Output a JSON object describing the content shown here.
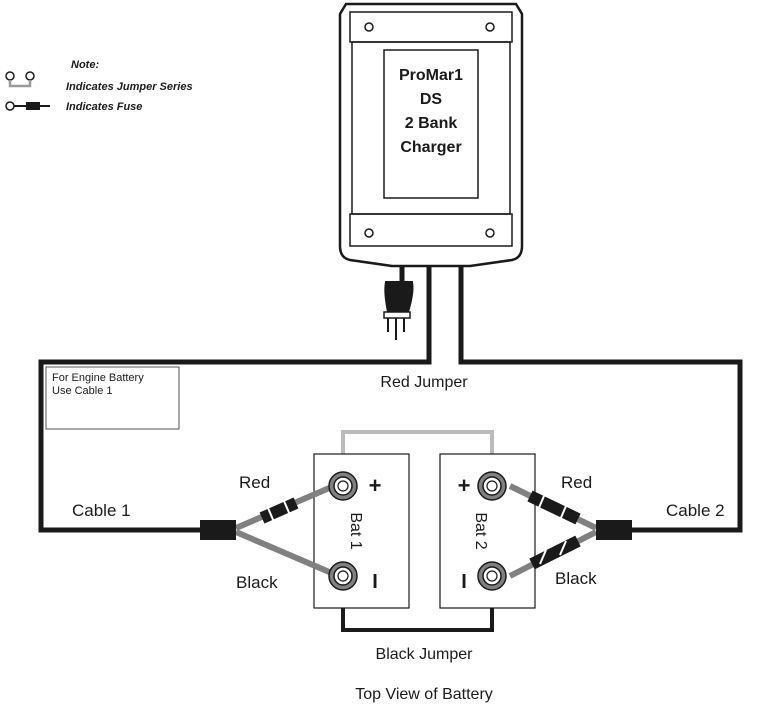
{
  "legend": {
    "note": "Note:",
    "jumper_text": "Indicates Jumper Series",
    "fuse_text": "Indicates Fuse",
    "jumper_icon": "jumper-symbol-icon",
    "fuse_icon": "fuse-symbol-icon"
  },
  "charger": {
    "line1": "ProMar1",
    "line2": "DS",
    "line3": "2 Bank",
    "line4": "Charger"
  },
  "note_box": {
    "line1": "For Engine Battery",
    "line2": "Use Cable 1"
  },
  "labels": {
    "red_jumper": "Red Jumper",
    "black_jumper": "Black Jumper",
    "cable1": "Cable 1",
    "cable2": "Cable 2",
    "red_left": "Red",
    "black_left": "Black",
    "red_right": "Red",
    "black_right": "Black",
    "bat1": "Bat 1",
    "bat2": "Bat 2",
    "plus": "+",
    "minus": "I",
    "footer": "Top View of Battery"
  },
  "colors": {
    "wire_black": "#1a1a1a",
    "wire_gray": "#808080",
    "jumper_gray": "#bbbbbb"
  }
}
